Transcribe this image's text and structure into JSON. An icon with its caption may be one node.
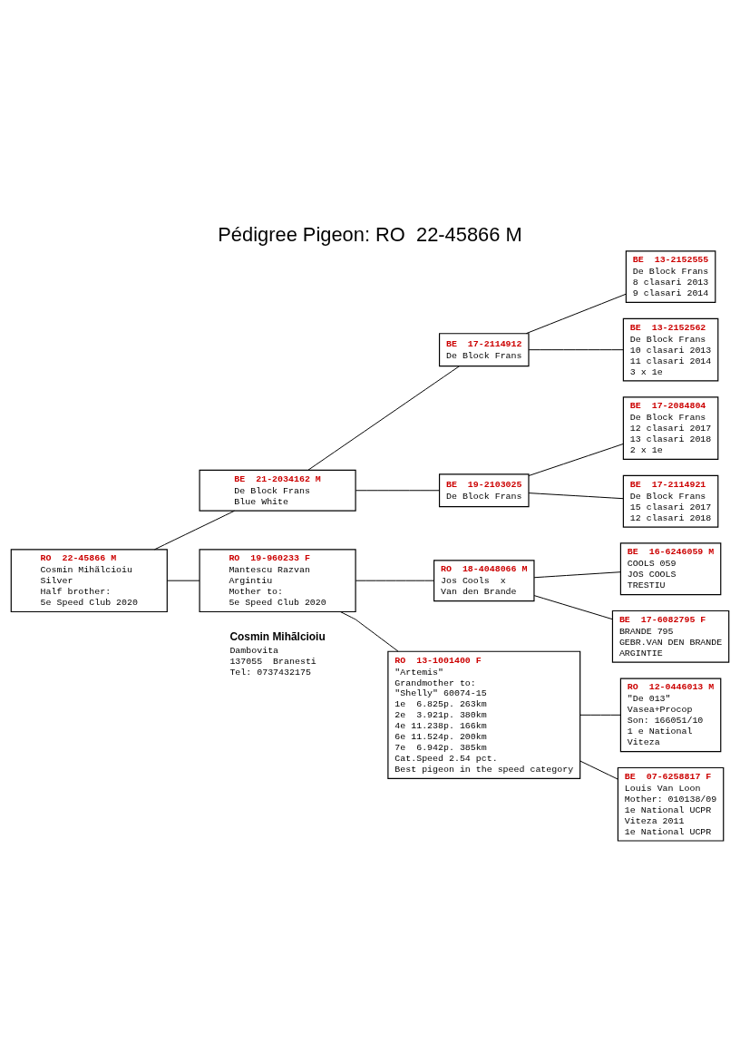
{
  "diagram": {
    "title": "Pédigree Pigeon: RO  22-45866 M",
    "nodes": [
      {
        "text": [
          "RO  22-45866 M",
          "Cosmin Mihãlcioiu",
          "Silver",
          "Half brother:",
          "5e Speed Club 2020"
        ]
      },
      {
        "text": [
          "BE  21-2034162 M",
          "De Block Frans",
          "Blue White"
        ]
      },
      {
        "text": [
          "RO  19-960233 F",
          "Mantescu Razvan",
          "Argintiu",
          "Mother to:",
          "5e Speed Club 2020"
        ]
      },
      {
        "text": [
          "BE  17-2114912",
          "De Block Frans"
        ]
      },
      {
        "text": [
          "BE  19-2103025",
          "De Block Frans"
        ]
      },
      {
        "text": [
          "RO  18-4048066 M",
          "Jos Cools  x",
          "Van den Brande"
        ]
      },
      {
        "text": [
          "RO  13-1001400 F",
          "\"Artemis\"",
          "Grandmother to:",
          "\"Shelly\" 60074-15",
          "1e  6.825p. 263km",
          "2e  3.921p. 380km",
          "4e 11.238p. 166km",
          "6e 11.524p. 200km",
          "7e  6.942p. 385km",
          "Cat.Speed 2.54 pct.",
          "Best pigeon in the speed category"
        ]
      },
      {
        "text": [
          "BE  13-2152555",
          "De Block Frans",
          "8 clasari 2013",
          "9 clasari 2014"
        ]
      },
      {
        "text": [
          "BE  13-2152562",
          "De Block Frans",
          "10 clasari 2013",
          "11 clasari 2014",
          "3 x 1e"
        ]
      },
      {
        "text": [
          "BE  17-2084804",
          "De Block Frans",
          "12 clasari 2017",
          "13 clasari 2018",
          "2 x 1e"
        ]
      },
      {
        "text": [
          "BE  17-2114921",
          "De Block Frans",
          "15 clasari 2017",
          "12 clasari 2018"
        ]
      },
      {
        "text": [
          "BE  16-6246059 M",
          "COOLS 059",
          "JOS COOLS",
          "TRESTIU"
        ]
      },
      {
        "text": [
          "BE  17-6082795 F",
          "BRANDE 795",
          "GEBR.VAN DEN BRANDE",
          "ARGINTIE"
        ]
      },
      {
        "text": [
          "RO  12-0446013 M",
          "\"De 013\"",
          "Vasea+Procop",
          "Son: 166051/10",
          "1 e National",
          "Viteza"
        ]
      },
      {
        "text": [
          "BE  07-6258817 F",
          "Louis Van Loon",
          "Mother: 010138/09",
          "1e National UCPR",
          "Viteza 2011",
          "1e National UCPR"
        ]
      }
    ],
    "edges": [
      {
        "from": 0,
        "to": 1,
        "arrow": "none"
      },
      {
        "from": 0,
        "to": 2,
        "arrow": "none"
      },
      {
        "from": 1,
        "to": 3,
        "arrow": "none"
      },
      {
        "from": 1,
        "to": 4,
        "arrow": "none"
      },
      {
        "from": 2,
        "to": 5,
        "arrow": "none"
      },
      {
        "from": 2,
        "to": 6,
        "arrow": "none"
      },
      {
        "from": 3,
        "to": 7,
        "arrow": "none"
      },
      {
        "from": 3,
        "to": 8,
        "arrow": "none"
      },
      {
        "from": 4,
        "to": 9,
        "arrow": "none"
      },
      {
        "from": 4,
        "to": 10,
        "arrow": "none"
      },
      {
        "from": 5,
        "to": 11,
        "arrow": "none"
      },
      {
        "from": 5,
        "to": 12,
        "arrow": "none"
      },
      {
        "from": 6,
        "to": 13,
        "arrow": "none"
      },
      {
        "from": 6,
        "to": 14,
        "arrow": "none"
      }
    ],
    "labels": [
      "Cosmin Mihãlcioiu",
      "Dambovita",
      "137055  Branesti",
      "Tel: 0737432175"
    ]
  }
}
